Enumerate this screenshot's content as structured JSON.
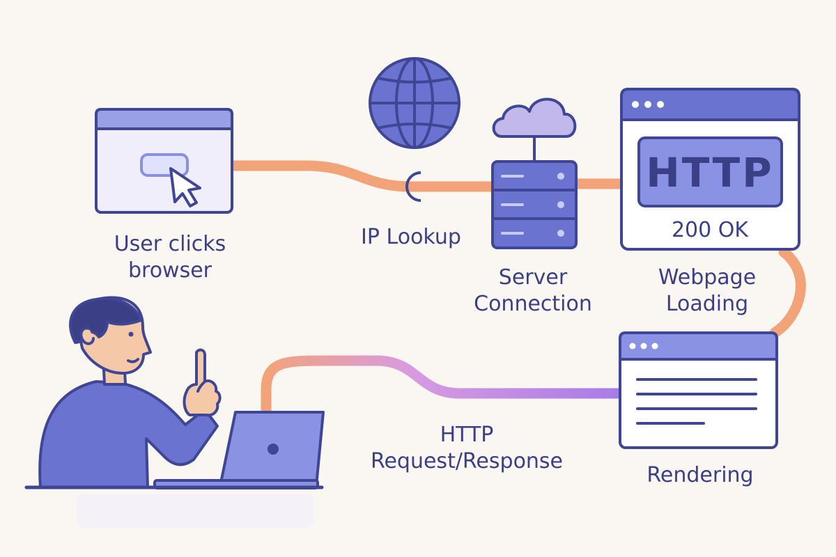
{
  "steps": {
    "click": {
      "line1": "User clicks",
      "line2": "browser"
    },
    "ip": {
      "label": "IP Lookup"
    },
    "server": {
      "line1": "Server",
      "line2": "Connection"
    },
    "webpage": {
      "line1": "Webpage",
      "line2": "Loading",
      "badge": "HTTP",
      "status": "200 OK"
    },
    "http": {
      "line1": "HTTP",
      "line2": "Request/Response"
    },
    "render": {
      "label": "Rendering"
    }
  },
  "colors": {
    "background": "#faf6f1",
    "outline": "#3f4694",
    "fill_primary": "#6a73d0",
    "fill_light": "#c9ccf3",
    "window_body": "#f0eefb",
    "connector_orange": "#f2a378",
    "connector_purple": "#a77ce8",
    "skin": "#f5c9a8"
  }
}
